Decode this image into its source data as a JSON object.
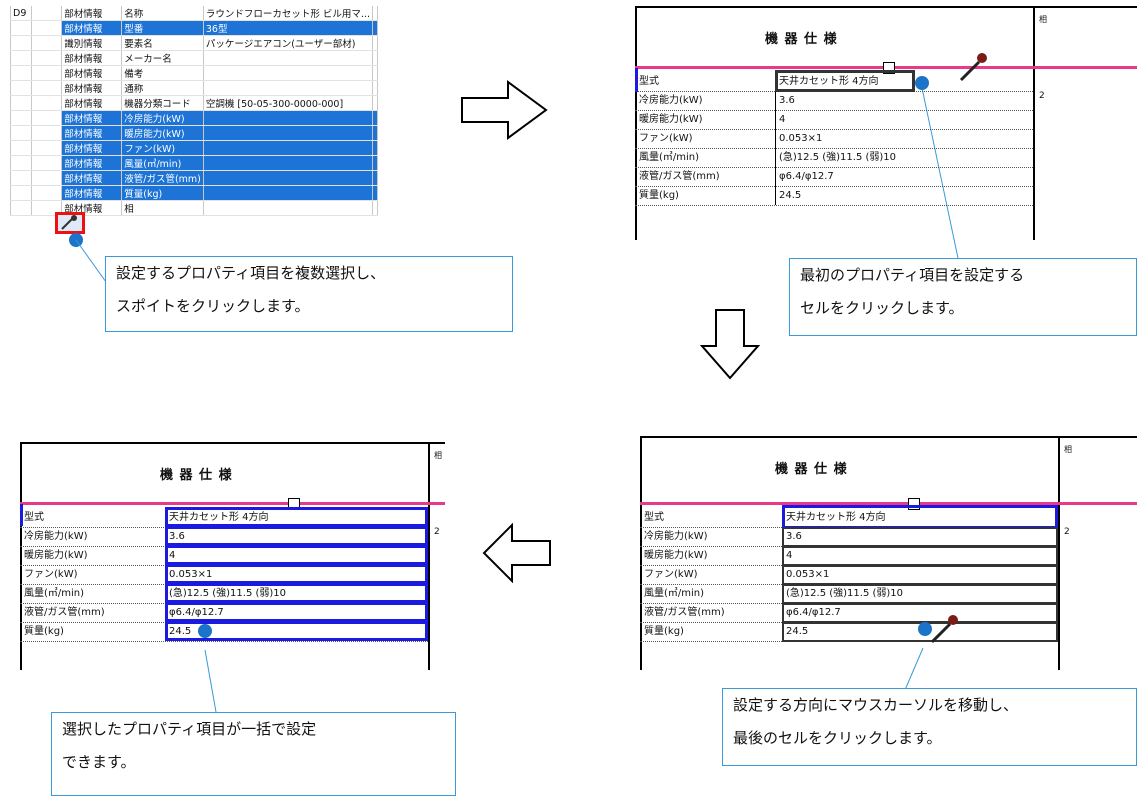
{
  "grid": {
    "rows": [
      {
        "id": "D9",
        "cat": "部材情報",
        "name": "名称",
        "value": "ラウンドフローカセット形 ビル用マ...",
        "selected": false
      },
      {
        "id": "",
        "cat": "部材情報",
        "name": "型番",
        "value": "36型",
        "selected": true
      },
      {
        "id": "",
        "cat": "識別情報",
        "name": "要素名",
        "value": "パッケージエアコン(ユーザー部材)",
        "selected": false
      },
      {
        "id": "",
        "cat": "部材情報",
        "name": "メーカー名",
        "value": "",
        "selected": false
      },
      {
        "id": "",
        "cat": "部材情報",
        "name": "備考",
        "value": "",
        "selected": false
      },
      {
        "id": "",
        "cat": "部材情報",
        "name": "通称",
        "value": "",
        "selected": false
      },
      {
        "id": "",
        "cat": "部材情報",
        "name": "機器分類コード",
        "value": "空調機 [50-05-300-0000-000]",
        "selected": false
      },
      {
        "id": "",
        "cat": "部材情報",
        "name": "冷房能力(kW)",
        "value": "",
        "selected": true
      },
      {
        "id": "",
        "cat": "部材情報",
        "name": "暖房能力(kW)",
        "value": "",
        "selected": true
      },
      {
        "id": "",
        "cat": "部材情報",
        "name": "ファン(kW)",
        "value": "",
        "selected": true
      },
      {
        "id": "",
        "cat": "部材情報",
        "name": "風量(㎥/min)",
        "value": "",
        "selected": true
      },
      {
        "id": "",
        "cat": "部材情報",
        "name": "液管/ガス管(mm)",
        "value": "",
        "selected": true
      },
      {
        "id": "",
        "cat": "部材情報",
        "name": "質量(kg)",
        "value": "",
        "selected": true
      },
      {
        "id": "",
        "cat": "部材情報",
        "name": "相",
        "value": "",
        "selected": false
      }
    ]
  },
  "callouts": {
    "step1": [
      "設定するプロパティ項目を複数選択し、",
      "スポイトをクリックします。"
    ],
    "step2": [
      "最初のプロパティ項目を設定する",
      "セルをクリックします。"
    ],
    "step3": [
      "設定する方向にマウスカーソルを移動し、",
      "最後のセルをクリックします。"
    ],
    "step4": [
      "選択したプロパティ項目が一括で設定",
      "できます。"
    ]
  },
  "spec": {
    "title": "機 器 仕 様",
    "labels": [
      "型式",
      "冷房能力(kW)",
      "暖房能力(kW)",
      "ファン(kW)",
      "風量(㎥/min)",
      "液管/ガス管(mm)",
      "質量(kg)"
    ],
    "values": [
      "天井カセット形 4方向",
      "3.6",
      "4",
      "0.053×1",
      "(急)12.5 (強)11.5 (弱)10",
      "φ6.4/φ12.7",
      "24.5"
    ],
    "side_top": "相",
    "side_mid": "2"
  },
  "colors": {
    "selection": "#1e74d6",
    "callout_border": "#3a9ad9",
    "marker": "#1b74c9",
    "frame_blue": "#1a1ae0",
    "pink": "#e8398a"
  }
}
